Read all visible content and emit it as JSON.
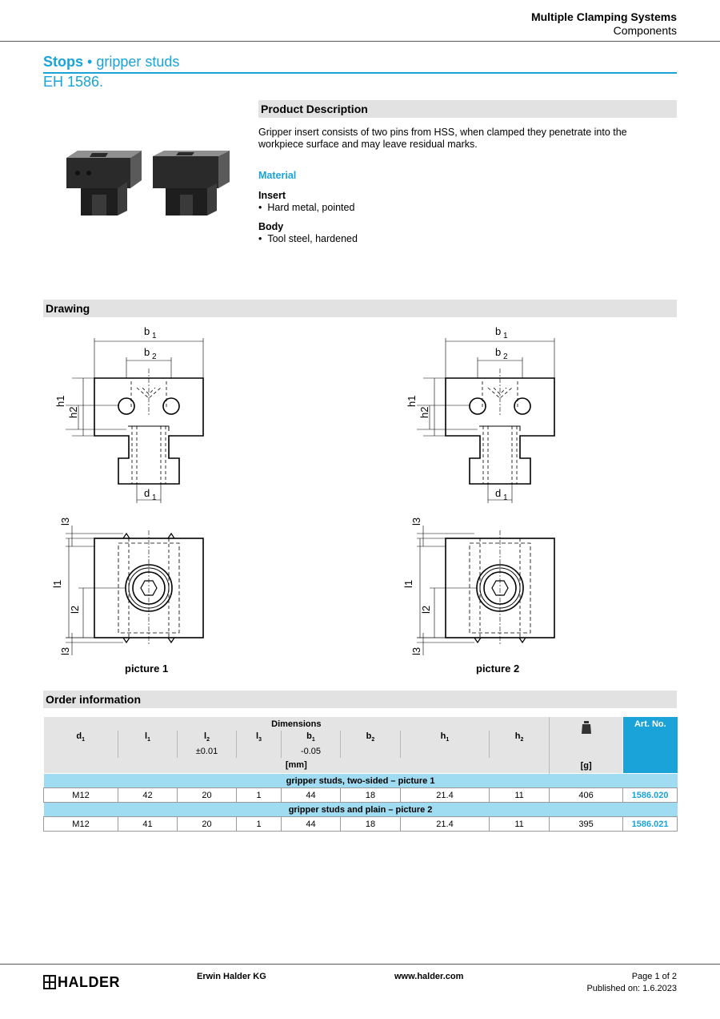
{
  "header": {
    "title": "Multiple Clamping Systems",
    "subtitle": "Components"
  },
  "product": {
    "title_bold": "Stops",
    "title_sep": " • ",
    "title_rest": "gripper studs",
    "code": "EH 1586."
  },
  "description": {
    "heading": "Product Description",
    "text": "Gripper insert consists of two pins from HSS, when clamped they penetrate into the workpiece surface and may leave residual marks.",
    "material_heading": "Material",
    "insert_label": "Insert",
    "insert_item": "Hard metal, pointed",
    "body_label": "Body",
    "body_item": "Tool steel, hardened",
    "bullet": "•"
  },
  "drawing": {
    "heading": "Drawing",
    "picture1": "picture 1",
    "picture2": "picture 2",
    "labels": {
      "b": "b",
      "h": "h",
      "d": "d",
      "l": "l",
      "s1": "1",
      "s2": "2",
      "s3": "3"
    }
  },
  "order": {
    "heading": "Order information",
    "dimensions": "Dimensions",
    "columns": [
      {
        "base": "d",
        "sub": "1",
        "tol": ""
      },
      {
        "base": "l",
        "sub": "1",
        "tol": ""
      },
      {
        "base": "l",
        "sub": "2",
        "tol": "±0.01"
      },
      {
        "base": "l",
        "sub": "3",
        "tol": ""
      },
      {
        "base": "b",
        "sub": "1",
        "tol": "-0.05"
      },
      {
        "base": "b",
        "sub": "2",
        "tol": ""
      },
      {
        "base": "h",
        "sub": "1",
        "tol": ""
      },
      {
        "base": "h",
        "sub": "2",
        "tol": ""
      }
    ],
    "unit_mm": "[mm]",
    "unit_g": "[g]",
    "art_no": "Art. No.",
    "groups": [
      {
        "label": "gripper studs, two-sided – picture 1",
        "row": [
          "M12",
          "42",
          "20",
          "1",
          "44",
          "18",
          "21.4",
          "11",
          "406"
        ],
        "art": "1586.020"
      },
      {
        "label": "gripper studs and plain – picture 2",
        "row": [
          "M12",
          "41",
          "20",
          "1",
          "44",
          "18",
          "21.4",
          "11",
          "395"
        ],
        "art": "1586.021"
      }
    ]
  },
  "footer": {
    "logo": "HALDER",
    "company": "Erwin Halder KG",
    "website": "www.halder.com",
    "page": "Page 1 of 2",
    "published": "Published on: 1.6.2023"
  },
  "colors": {
    "accent": "#1aa3d9",
    "group_row": "#9fdcf2",
    "bar": "#e2e2e2"
  }
}
